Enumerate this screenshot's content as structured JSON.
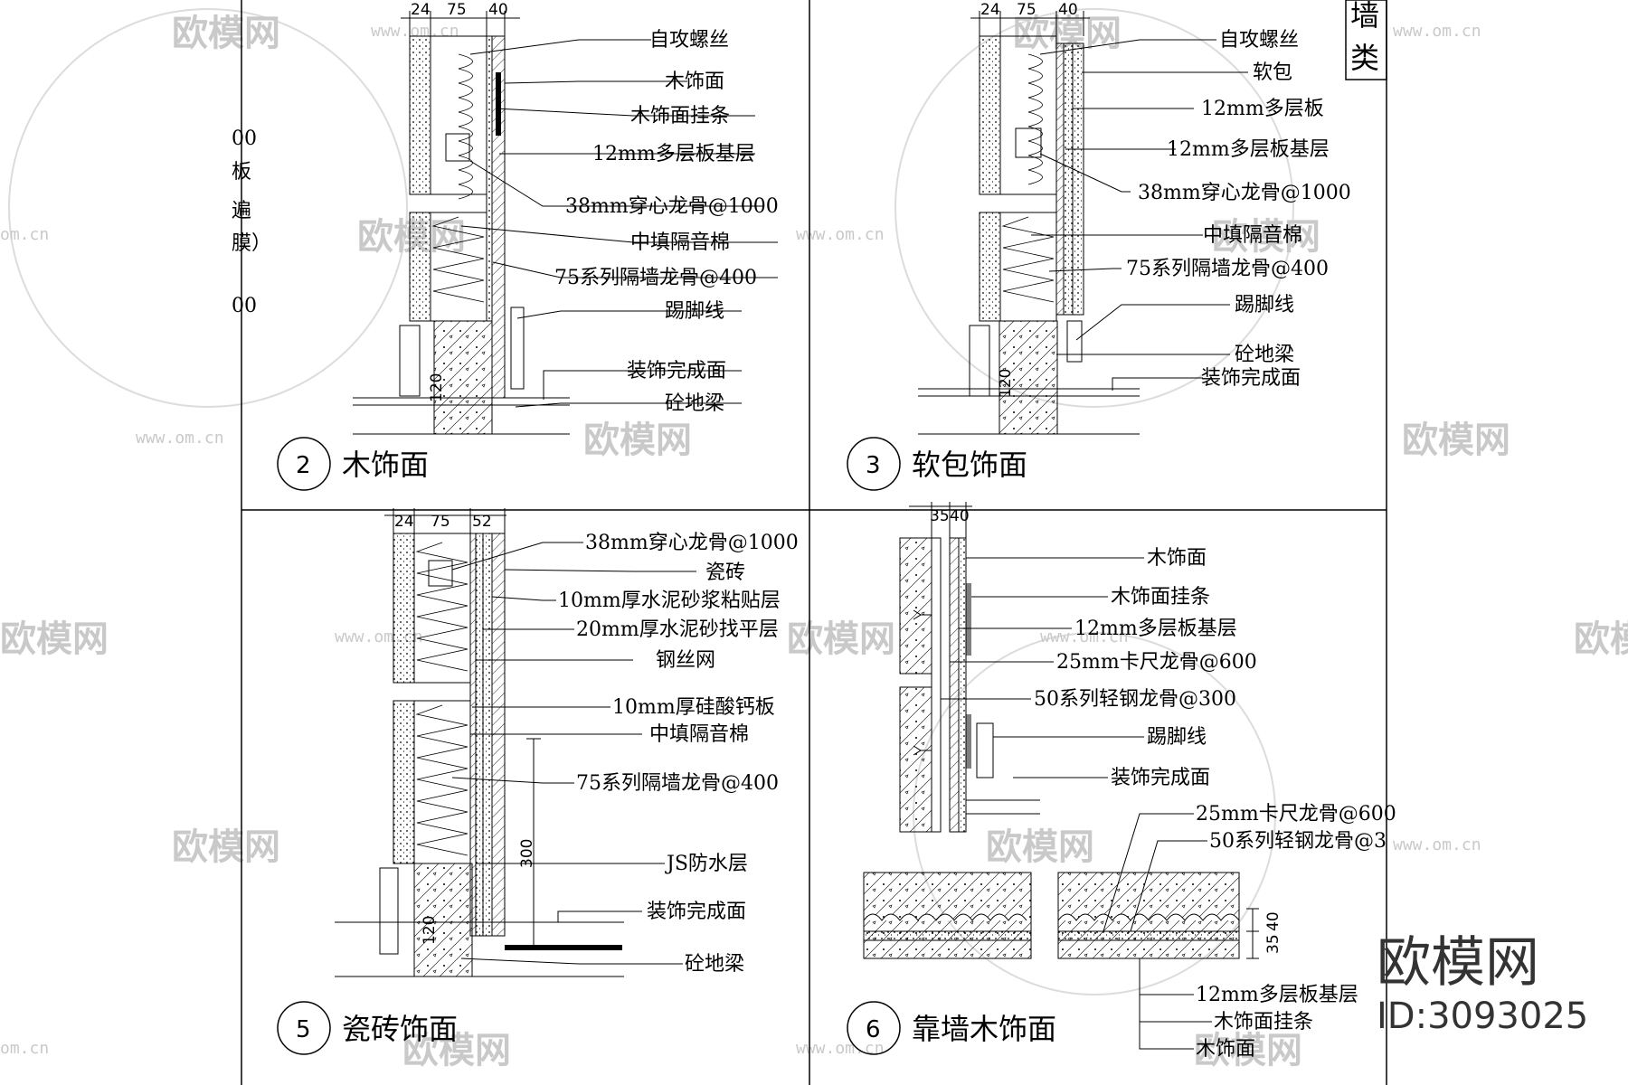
{
  "sidebar_tab": [
    "墙",
    "类"
  ],
  "left_fragments": [
    "00",
    "板",
    "遍",
    "膜）",
    "00"
  ],
  "panels": {
    "p2": {
      "number": "2",
      "title": "木饰面",
      "dims": [
        "24",
        "75",
        "40"
      ],
      "labels": [
        "自攻螺丝",
        "木饰面",
        "木饰面挂条",
        "12mm多层板基层",
        "38mm穿心龙骨@1000",
        "中填隔音棉",
        "75系列隔墙龙骨@400",
        "踢脚线",
        "装饰完成面",
        "砼地梁"
      ],
      "small_dim": "120"
    },
    "p3": {
      "number": "3",
      "title": "软包饰面",
      "dims": [
        "24",
        "75",
        "40"
      ],
      "labels": [
        "自攻螺丝",
        "软包",
        "12mm多层板",
        "12mm多层板基层",
        "38mm穿心龙骨@1000",
        "中填隔音棉",
        "75系列隔墙龙骨@400",
        "踢脚线",
        "砼地梁",
        "装饰完成面"
      ],
      "small_dim": "120"
    },
    "p5": {
      "number": "5",
      "title": "瓷砖饰面",
      "dims": [
        "24",
        "75",
        "52"
      ],
      "labels": [
        "38mm穿心龙骨@1000",
        "瓷砖",
        "10mm厚水泥砂浆粘贴层",
        "20mm厚水泥砂找平层",
        "钢丝网",
        "10mm厚硅酸钙板",
        "中填隔音棉",
        "75系列隔墙龙骨@400",
        "JS防水层",
        "装饰完成面",
        "砼地梁"
      ],
      "height_dim": "300",
      "small_dim": "120"
    },
    "p6": {
      "number": "6",
      "title": "靠墙木饰面",
      "dims": [
        "35",
        "40"
      ],
      "labels": [
        "木饰面",
        "木饰面挂条",
        "12mm多层板基层",
        "25mm卡尺龙骨@600",
        "50系列轻钢龙骨@300",
        "踢脚线",
        "装饰完成面",
        "25mm卡尺龙骨@600",
        "50系列轻钢龙骨@3"
      ],
      "bottom_labels": [
        "12mm多层板基层",
        "木饰面挂条",
        "木饰面"
      ],
      "side_dims": [
        "40",
        "35"
      ]
    }
  },
  "watermark": {
    "brand": "欧模网",
    "url": "www.om.cn",
    "url_short": "om.cn",
    "id": "ID:3093025"
  }
}
